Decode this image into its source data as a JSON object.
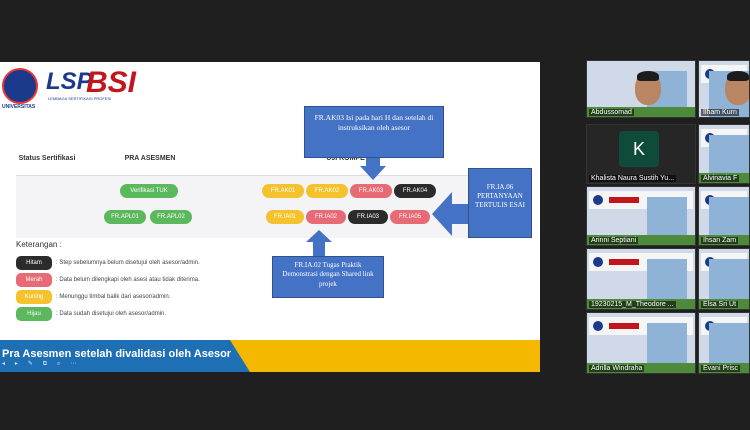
{
  "slide": {
    "logo": {
      "univ": "UNIVERSITAS",
      "lsp": "LSP",
      "bsi": "BSI",
      "sub": "LEMBAGA SERTIFIKASI PROFESI"
    },
    "table_headers": [
      "Status Sertifikasi",
      "PRA ASESMEN",
      "UJI KOMPETE"
    ],
    "pra_asesmen": [
      "Verifikasi TUK",
      "FR.APL01",
      "FR.APL02"
    ],
    "uji_row1": [
      "FR.AK01",
      "FR.AK02",
      "FR.AK03",
      "FR.AK04"
    ],
    "uji_row2": [
      "FR.IA01",
      "FR.IA02",
      "FR.IA03",
      "FR.IA05"
    ],
    "keterangan_title": "Keterangan :",
    "keterangan": [
      {
        "label": "Hitam",
        "text": ": Step sebelumnya belum disetujui oleh asesor/admin.",
        "color": "#2b2b2b"
      },
      {
        "label": "Merah",
        "text": ": Data belum dilengkapi oleh asesi atau tidak diterima.",
        "color": "#e86a74"
      },
      {
        "label": "Kuning",
        "text": ": Menunggu timbal balik dari asesor/admin.",
        "color": "#f5c22d"
      },
      {
        "label": "Hijau",
        "text": ": Data sudah disetujui oleh asesor/admin.",
        "color": "#5cb85c"
      }
    ],
    "callouts": {
      "ak03": "FR.AK03 Isi pada hari H dan setelah di instruksikan oleh asesor",
      "ia06": "FR.IA.06 PERTANYAAN TERTULIS ESAI",
      "ia02": "FR.IA.02 Tugas Praktik Demonstrasi dengan Shared link projek"
    },
    "banner": "Pra Asesmen setelah divalidasi oleh Asesor",
    "toolbar_icons": "◂ ▸ ✎ ⧉ ⌕ ⋯"
  },
  "participants": [
    {
      "name": "Abdussomad"
    },
    {
      "name": "Ilham Kurn"
    },
    {
      "name": "Khalista Naura Sustih Yu..."
    },
    {
      "name": "Alvinavia F"
    },
    {
      "name": "Arinni Septiani"
    },
    {
      "name": "Ihsan Zam"
    },
    {
      "name": "19230215_M_Theodore ..."
    },
    {
      "name": "Elsa Sri Ut"
    },
    {
      "name": "Adrilla Windraha"
    },
    {
      "name": "Evani Prisc"
    }
  ],
  "avatar_initial": "K"
}
